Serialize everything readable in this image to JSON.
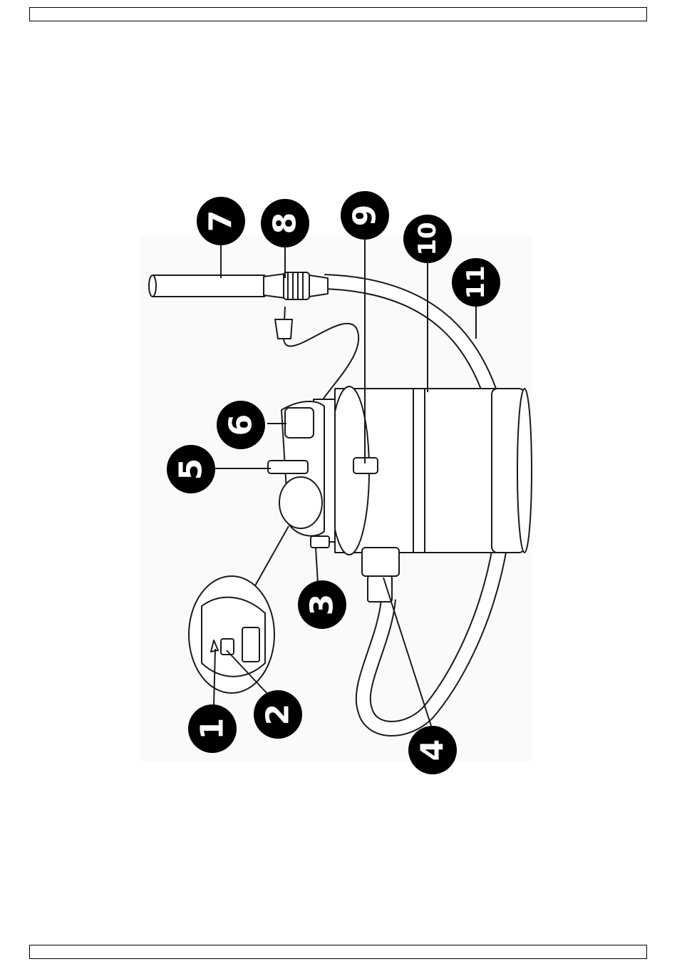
{
  "header": {
    "text": ""
  },
  "footer": {
    "text": ""
  },
  "diagram": {
    "callouts": [
      {
        "id": "1",
        "label": "1"
      },
      {
        "id": "2",
        "label": "2"
      },
      {
        "id": "3",
        "label": "3"
      },
      {
        "id": "4",
        "label": "4"
      },
      {
        "id": "5",
        "label": "5"
      },
      {
        "id": "6",
        "label": "6"
      },
      {
        "id": "7",
        "label": "7"
      },
      {
        "id": "8",
        "label": "8"
      },
      {
        "id": "9",
        "label": "9"
      },
      {
        "id": "10",
        "label": "10"
      },
      {
        "id": "11",
        "label": "11"
      }
    ]
  },
  "colors": {
    "line": "#1a1a1a",
    "callout_fill": "#000000",
    "callout_text": "#ffffff"
  }
}
